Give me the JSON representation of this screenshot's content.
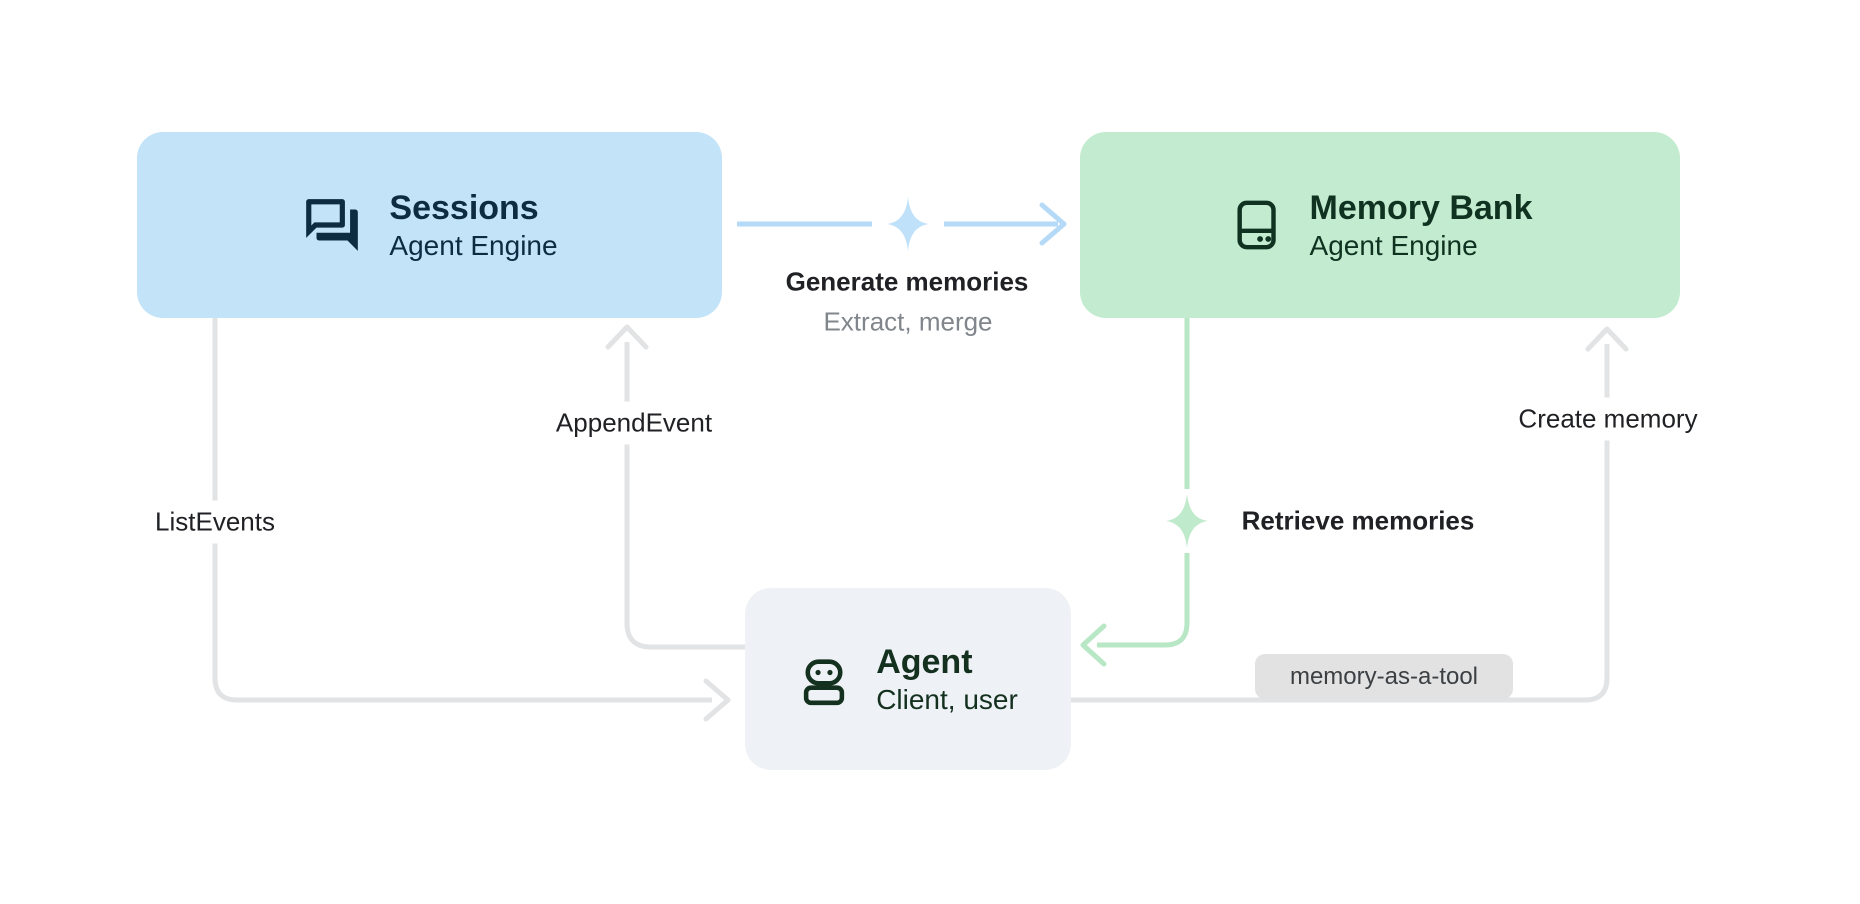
{
  "diagram": {
    "title": "Sessions / Memory Bank / Agent memory flow",
    "nodes": {
      "sessions": {
        "title": "Sessions",
        "subtitle": "Agent Engine",
        "icon": "chat-forum-icon"
      },
      "memory_bank": {
        "title": "Memory Bank",
        "subtitle": "Agent Engine",
        "icon": "storage-icon"
      },
      "agent": {
        "title": "Agent",
        "subtitle": "Client, user",
        "icon": "robot-icon"
      }
    },
    "edges": {
      "generate": {
        "label": "Generate memories",
        "sublabel": "Extract, merge",
        "from": "sessions",
        "to": "memory_bank",
        "icon": "sparkle-icon"
      },
      "append_event": {
        "label": "AppendEvent",
        "from": "agent",
        "to": "sessions"
      },
      "list_events": {
        "label": "ListEvents",
        "from": "sessions",
        "to": "agent"
      },
      "retrieve": {
        "label": "Retrieve memories",
        "from": "memory_bank",
        "to": "agent",
        "icon": "sparkle-icon"
      },
      "create_memory": {
        "label": "Create memory",
        "from": "agent",
        "to": "memory_bank"
      },
      "tool_badge": {
        "label": "memory-as-a-tool"
      }
    },
    "colors": {
      "sessions_bg": "#c3e3f9",
      "sessions_fg": "#0d2c42",
      "memory_bg": "#c3ebd0",
      "memory_fg": "#0f3320",
      "agent_bg": "#eef1f5",
      "agent_fg": "#14301f",
      "blue_line": "#b5daf8",
      "blue_sparkle": "#bfe1fa",
      "green_line": "#b8e7c5",
      "green_sparkle": "#bfeacb",
      "gray_line": "#e2e3e4",
      "label_fg": "#202124",
      "sublabel_fg": "#80868b",
      "badge_bg": "#e2e2e3",
      "badge_fg": "#3c4043"
    }
  }
}
